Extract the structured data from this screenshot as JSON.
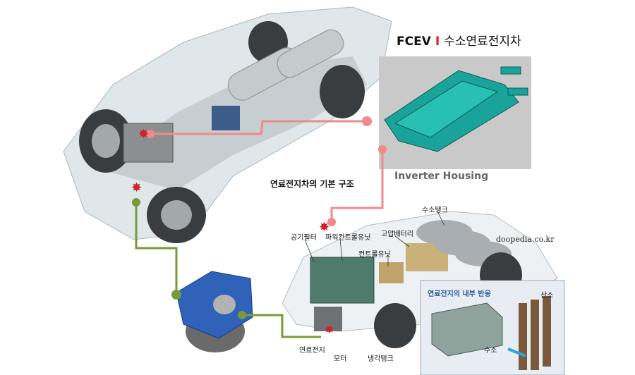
{
  "header": {
    "title_bold": "FCEV",
    "separator": "I",
    "title_sub": "수소연료전지차"
  },
  "inverter": {
    "label": "Inverter Housing"
  },
  "structure": {
    "title": "연료전지차의 기본 구조"
  },
  "callouts": {
    "air_filter": "공기필터",
    "power_control_unit": "파워컨트롤유닛",
    "control_unit": "컨트롤유닛",
    "hv_battery": "고압배터리",
    "hydrogen_tank": "수소탱크",
    "fuel_cell": "연료전지",
    "motor": "모터",
    "coolant_tank": "냉각탱크"
  },
  "inner_reaction": {
    "title": "연료전지의 내부 반응",
    "oxygen": "산소",
    "hydrogen": "수소"
  },
  "credit": "doopedia.co.kr",
  "colors": {
    "pink_connector": "#f08a8a",
    "green_connector": "#7a9a3a",
    "marker_red": "#d0202a",
    "housing_teal": "#1aa39a"
  }
}
